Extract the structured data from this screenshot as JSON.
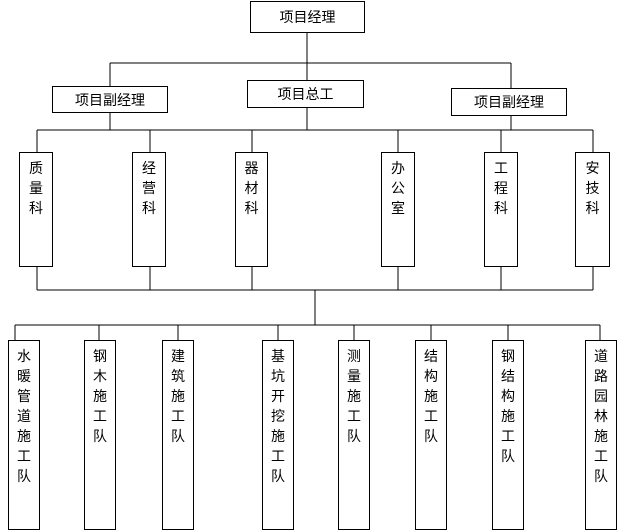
{
  "org": {
    "top": "项目经理",
    "chief_engineer": "项目总工",
    "vice_left": "项目副经理",
    "vice_right": "项目副经理",
    "departments": [
      "质\n量\n科",
      "经\n营\n科",
      "器\n材\n科",
      "办\n公\n室",
      "工\n程\n科",
      "安\n技\n科"
    ],
    "teams": [
      "水\n暖\n管\n道\n 施\n工\n队",
      "钢\n木\n施\n工\n队",
      "建\n筑\n施\n工\n队",
      "基\n坑\n开\n挖\n施\n工\n队",
      "测\n量\n施\n工\n队",
      "结\n构\n施\n工\n队",
      "钢\n结\n构\n施\n工\n队",
      "道\n路\n园\n林\n施\n工\n队"
    ]
  },
  "colors": {
    "line": "#000000",
    "box_border": "#000000",
    "background": "#ffffff"
  }
}
